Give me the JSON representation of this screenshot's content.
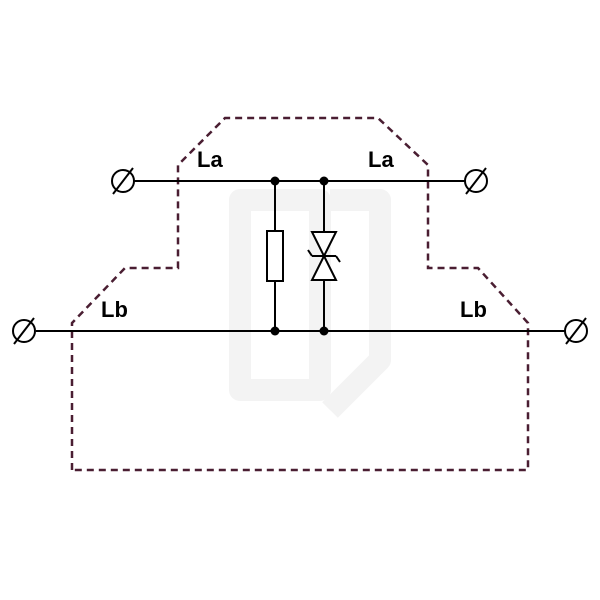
{
  "diagram": {
    "labels": {
      "top_left": "La",
      "top_right": "La",
      "bottom_left": "Lb",
      "bottom_right": "Lb"
    },
    "colors": {
      "wire": "#000000",
      "housing_outline": "#4a1e32",
      "watermark": "#f3f3f3"
    },
    "components": [
      {
        "name": "resistor",
        "type": "resistor"
      },
      {
        "name": "tvs-diode",
        "type": "bidirectional-tvs-diode"
      }
    ],
    "terminals": [
      "top-left",
      "top-right",
      "bottom-left",
      "bottom-right"
    ]
  }
}
